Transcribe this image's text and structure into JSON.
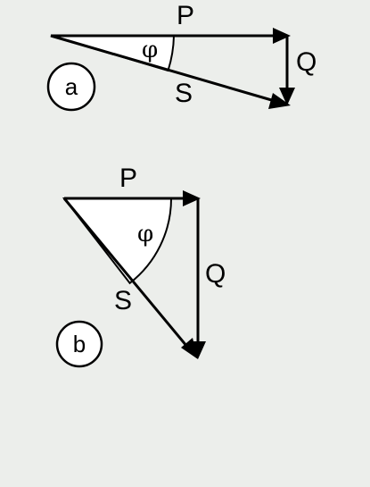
{
  "diagram_a": {
    "badge": "a",
    "label_p": "P",
    "label_q": "Q",
    "label_s": "S",
    "angle": "φ"
  },
  "diagram_b": {
    "badge": "b",
    "label_p": "P",
    "label_q": "Q",
    "label_s": "S",
    "angle": "φ"
  },
  "colors": {
    "background": "#eceeeb",
    "stroke": "#000000",
    "angle_fill": "#ffffff"
  }
}
